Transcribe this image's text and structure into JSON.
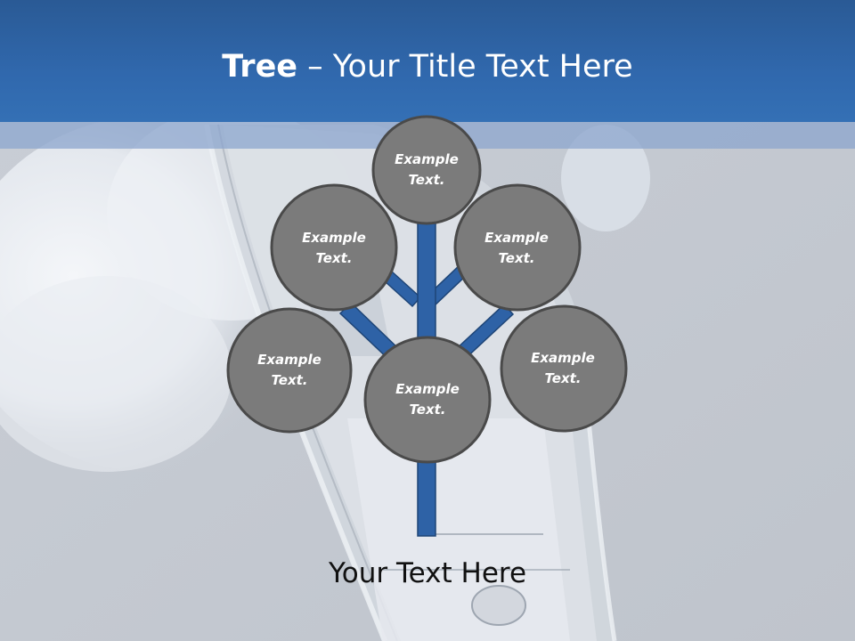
{
  "slide": {
    "title_bold": "Tree",
    "title_rest": " – Your Title Text Here",
    "footer": "Your Text Here"
  },
  "nodes": [
    {
      "id": "top",
      "label": "Example\nText."
    },
    {
      "id": "upper-left",
      "label": "Example\nText."
    },
    {
      "id": "upper-right",
      "label": "Example\nText."
    },
    {
      "id": "lower-left",
      "label": "Example\nText."
    },
    {
      "id": "center",
      "label": "Example\nText."
    },
    {
      "id": "lower-right",
      "label": "Example\nText."
    }
  ],
  "colors": {
    "header": "#3068ad",
    "trunk": "#2e62a6",
    "node_fill": "#7b7b7b",
    "node_stroke": "#4a4a4a",
    "text": "#ffffff"
  }
}
